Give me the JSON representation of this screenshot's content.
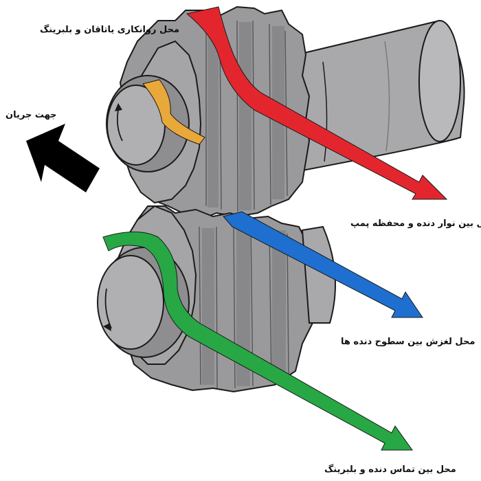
{
  "labels": {
    "bearing_lubrication": "محل روانکاری یاتاقان و بلبرینگ",
    "flow_direction": "جهت جریان",
    "tip_housing": "محل بین نوار دنده و محفظه پمپ",
    "tooth_sliding": "محل لغزش بین سطوح دنده ها",
    "tooth_bearing_contact": "محل بین تماس دنده و بلبرینگ"
  },
  "colors": {
    "gear_body": "#9a9a9c",
    "gear_dark": "#6e6e70",
    "gear_light": "#c4c4c6",
    "outline": "#1a1a1a",
    "red_arrow": "#e3262d",
    "blue_arrow": "#1e6fd0",
    "green_arrow": "#27a845",
    "orange_band": "#e9a83a",
    "flow_arrow": "#000000"
  },
  "icons": {
    "flow": "arrow-up-left-icon",
    "rotation": "rotation-arrow-icon"
  }
}
